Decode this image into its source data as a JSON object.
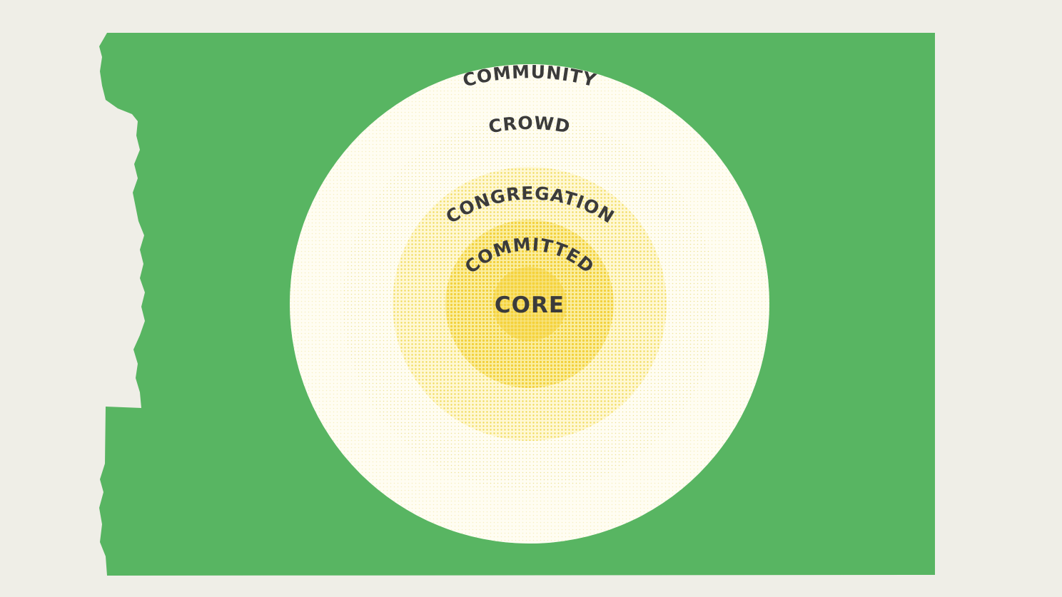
{
  "colors": {
    "background": "#efeee7",
    "green_panel": "#58b562",
    "ring_outer": "#fffdf0",
    "dot_light": "#efe5a0",
    "dot_mid": "#f0d852",
    "dot_strong": "#f2d03a",
    "core_fill": "#fad93a",
    "text": "#3b3b3b"
  },
  "diagram": {
    "rings": [
      {
        "label": "COMMUNITY"
      },
      {
        "label": "CROWD"
      },
      {
        "label": "CONGREGATION"
      },
      {
        "label": "COMMITTED"
      }
    ],
    "core": {
      "label": "CORE"
    }
  }
}
